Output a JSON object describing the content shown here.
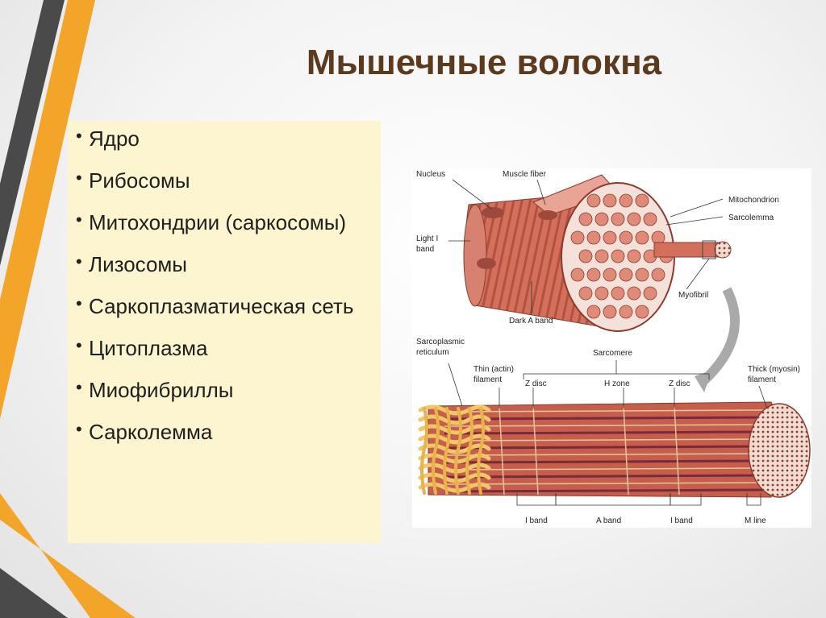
{
  "slide": {
    "title": "Мышечные волокна",
    "bullets": [
      "Ядро",
      "Рибосомы",
      "Митохондрии (саркосомы)",
      "Лизосомы",
      "Саркоплазматическая сеть",
      "Цитоплазма",
      "Миофибриллы",
      "Сарколемма"
    ]
  },
  "figure": {
    "labels": {
      "nucleus": "Nucleus",
      "muscle_fiber": "Muscle fiber",
      "mitochondrion": "Mitochondrion",
      "sarcolemma": "Sarcolemma",
      "light_band_1": "Light I",
      "light_band_2": "band",
      "dark_band": "Dark A band",
      "myofibril": "Myofibril",
      "sr_1": "Sarcoplasmic",
      "sr_2": "reticulum",
      "sarcomere": "Sarcomere",
      "thin_1": "Thin (actin)",
      "thin_2": "filament",
      "z_disc_left": "Z disc",
      "h_zone": "H zone",
      "z_disc_right": "Z disc",
      "thick_1": "Thick (myosin)",
      "thick_2": "filament",
      "i_band_left": "I band",
      "a_band": "A band",
      "i_band_right": "I band",
      "m_line": "M line"
    }
  },
  "colors": {
    "title": "#5b3a1e",
    "accent_orange": "#f3a52a",
    "accent_gray": "#4a4a4a",
    "text_box": "#fcf5cf",
    "muscle": "#c8604c"
  }
}
